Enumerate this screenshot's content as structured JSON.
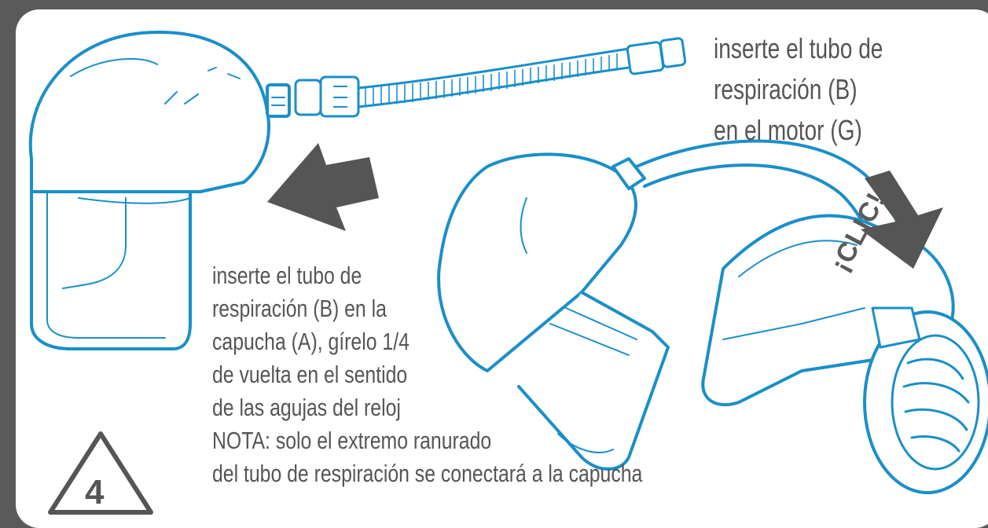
{
  "instruction_right": {
    "lines": [
      "inserte el tubo de",
      "respiración (B)",
      "en el motor (G)"
    ]
  },
  "instruction_main": {
    "lines": [
      "inserte el tubo de",
      "respiración (B) en la",
      "capucha (A), gírelo 1/4",
      "de vuelta en el sentido",
      "de las agujas del reloj",
      "NOTA: solo el extremo ranurado",
      "del tubo de respiración se conectará a la capucha"
    ]
  },
  "click_label": "¡CLIC!",
  "step_number": "4",
  "colors": {
    "background": "#5a5a5a",
    "panel": "#ffffff",
    "outline": "#1a8fc9",
    "arrow": "#555555",
    "text": "#555555"
  },
  "icons": [
    "hood-illustration",
    "breathing-tube-illustration",
    "motor-assembly-illustration",
    "arrow-left-icon",
    "arrow-down-icon",
    "step-triangle-icon"
  ]
}
